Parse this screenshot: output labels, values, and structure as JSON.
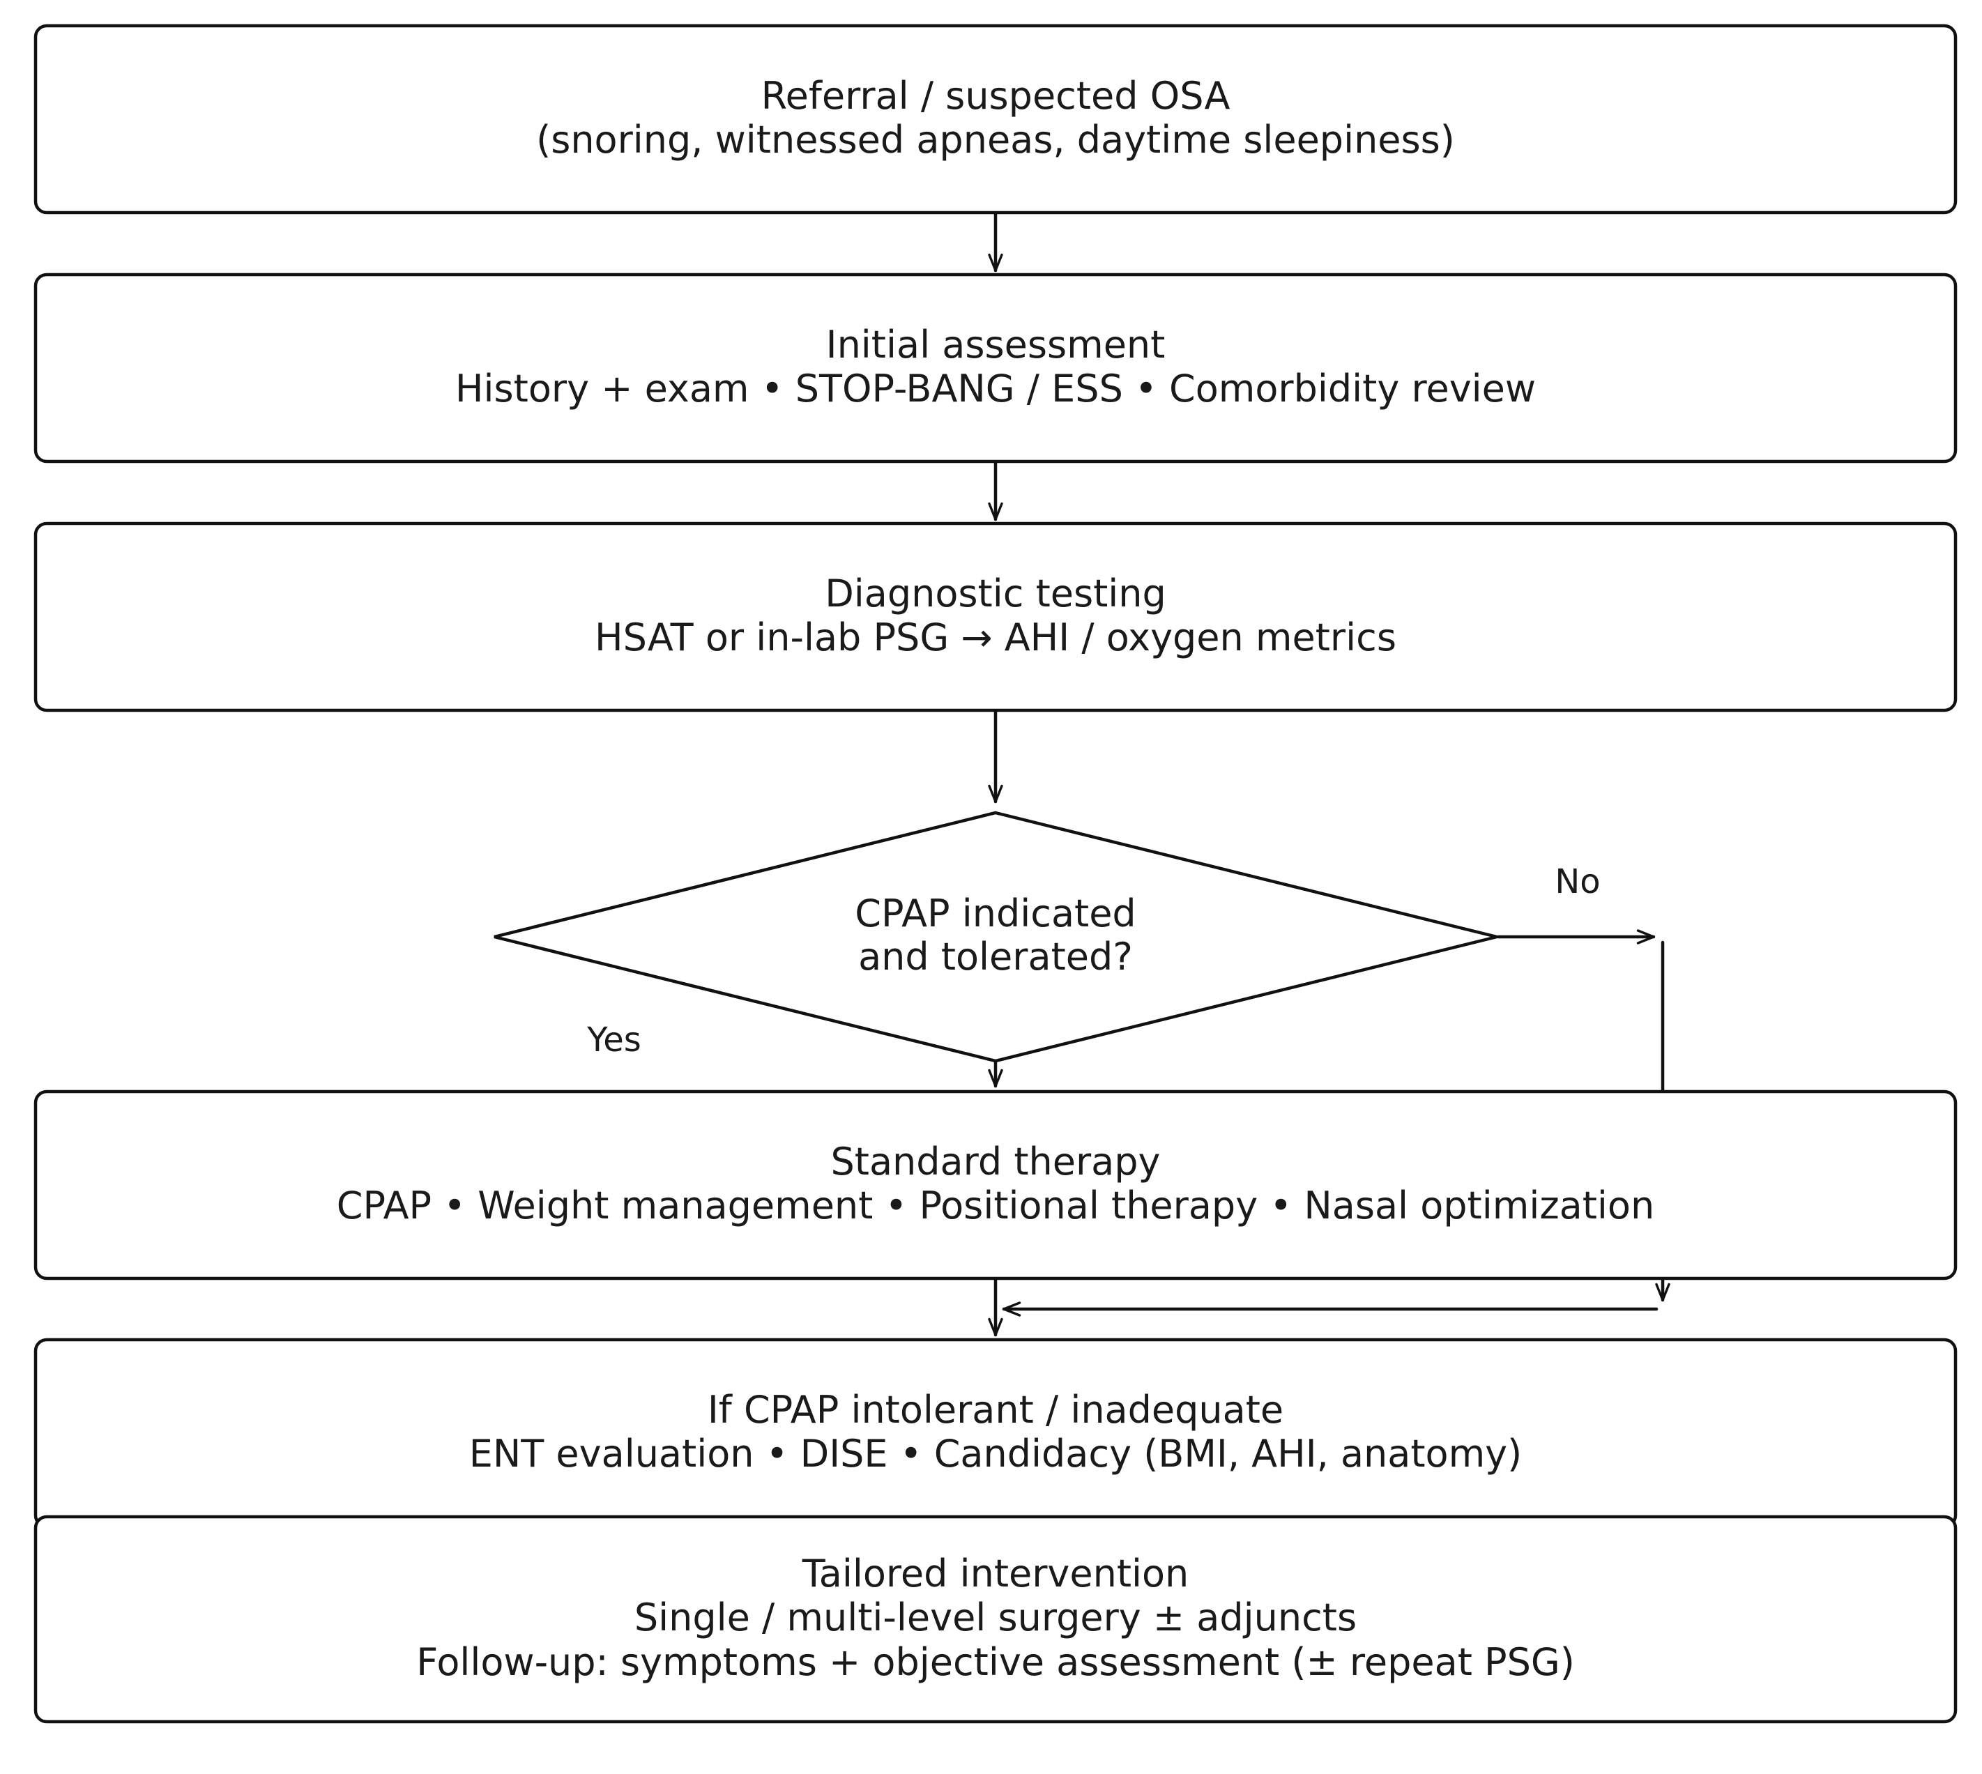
{
  "nodes": {
    "referral": {
      "line1": "Referral / suspected OSA",
      "line2": "(snoring, witnessed apneas, daytime sleepiness)"
    },
    "initial": {
      "line1": "Initial assessment",
      "line2": "History + exam • STOP-BANG / ESS • Comorbidity review"
    },
    "diagnostic": {
      "line1": "Diagnostic testing",
      "line2": "HSAT or in-lab PSG → AHI / oxygen metrics"
    },
    "decision": {
      "line1": "CPAP indicated",
      "line2": "and tolerated?"
    },
    "standard": {
      "line1": "Standard therapy",
      "line2": "CPAP • Weight management • Positional therapy • Nasal optimization"
    },
    "intolerant": {
      "line1": "If CPAP intolerant / inadequate",
      "line2": "ENT evaluation • DISE • Candidacy (BMI, AHI, anatomy)"
    },
    "tailored": {
      "line1": "Tailored intervention",
      "line2": "Single / multi-level surgery ± adjuncts",
      "line3": "Follow-up: symptoms + objective assessment (± repeat PSG)"
    }
  },
  "edges": {
    "yes_label": "Yes",
    "no_label": "No"
  },
  "colors": {
    "stroke": "#111111",
    "fill": "#ffffff",
    "text": "#1a1a1a"
  }
}
